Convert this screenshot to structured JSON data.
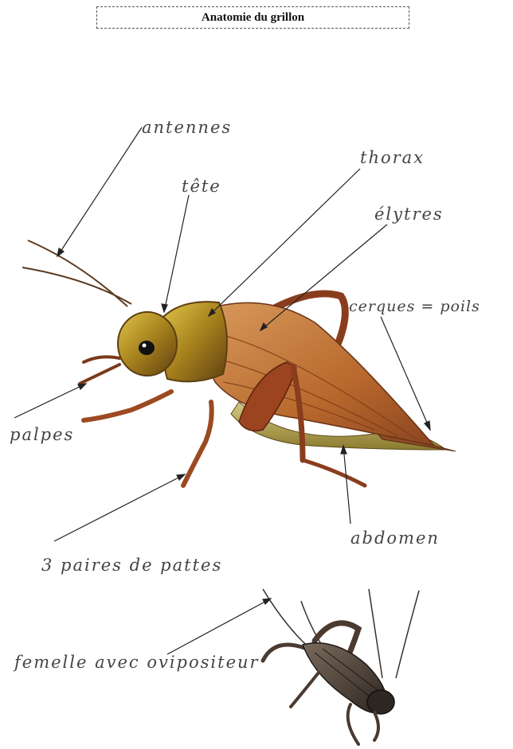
{
  "title": "Anatomie du grillon",
  "labels": {
    "antennes": "antennes",
    "tete": "tête",
    "thorax": "thorax",
    "elytres": "élytres",
    "cerques": "cerques = poils",
    "palpes": "palpes",
    "pattes": "3 paires de pattes",
    "abdomen": "abdomen",
    "femelle": "femelle avec ovipositeur"
  },
  "colors": {
    "body_brown": "#b8682c",
    "head_yellow": "#c9a52b",
    "abdomen_green": "#b7ad57",
    "female_dark": "#4a3f37",
    "line": "#222222"
  }
}
